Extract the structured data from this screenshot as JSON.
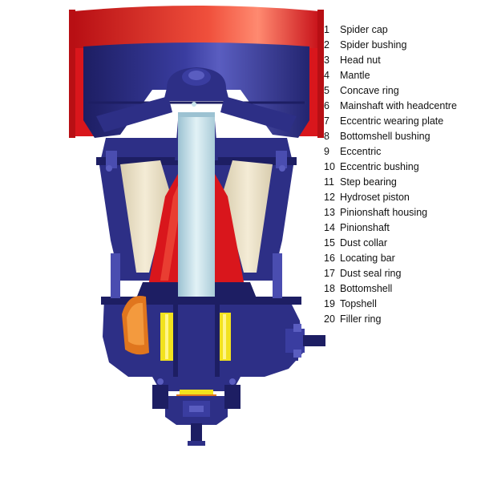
{
  "diagram": {
    "subject": "cone-crusher-cross-section",
    "colors": {
      "body": "#2d2f86",
      "body_shadow": "#1d1e63",
      "body_highlight": "#4a4db0",
      "topshell_red": "#d9161c",
      "topshell_red_light": "#f0503c",
      "liner_beige": "#ede4cb",
      "shaft": "#c9e4ec",
      "shaft_shadow": "#9cc2d2",
      "bushing_yellow": "#f2e21e",
      "orange_part": "#e0761e"
    },
    "parts": [
      {
        "number": "1",
        "name": "Spider cap"
      },
      {
        "number": "2",
        "name": "Spider bushing"
      },
      {
        "number": "3",
        "name": "Head nut"
      },
      {
        "number": "4",
        "name": "Mantle"
      },
      {
        "number": "5",
        "name": "Concave ring"
      },
      {
        "number": "6",
        "name": "Mainshaft with headcentre"
      },
      {
        "number": "7",
        "name": "Eccentric wearing plate"
      },
      {
        "number": "8",
        "name": "Bottomshell bushing"
      },
      {
        "number": "9",
        "name": "Eccentric"
      },
      {
        "number": "10",
        "name": "Eccentric bushing"
      },
      {
        "number": "11",
        "name": "Step bearing"
      },
      {
        "number": "12",
        "name": "Hydroset piston"
      },
      {
        "number": "13",
        "name": "Pinionshaft housing"
      },
      {
        "number": "14",
        "name": "Pinionshaft"
      },
      {
        "number": "15",
        "name": "Dust collar"
      },
      {
        "number": "16",
        "name": "Locating bar"
      },
      {
        "number": "17",
        "name": "Dust seal ring"
      },
      {
        "number": "18",
        "name": "Bottomshell"
      },
      {
        "number": "19",
        "name": "Topshell"
      },
      {
        "number": "20",
        "name": "Filler ring"
      }
    ]
  }
}
